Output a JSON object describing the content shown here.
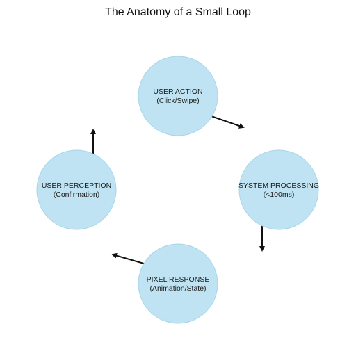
{
  "title": "The Anatomy of a Small Loop",
  "colors": {
    "node_fill": "#bfe3f2",
    "node_stroke": "#a7d6ea",
    "arrow": "#111111"
  },
  "nodes": [
    {
      "id": "user-action",
      "label": "USER ACTION",
      "sublabel": "(Click/Swipe)"
    },
    {
      "id": "system-processing",
      "label": "SYSTEM PROCESSING",
      "sublabel": "(<100ms)"
    },
    {
      "id": "pixel-response",
      "label": "PIXEL RESPONSE",
      "sublabel": "(Animation/State)"
    },
    {
      "id": "user-perception",
      "label": "USER PERCEPTION",
      "sublabel": "(Confirmation)"
    }
  ],
  "edges": [
    {
      "from": "user-action",
      "to": "system-processing"
    },
    {
      "from": "system-processing",
      "to": "pixel-response"
    },
    {
      "from": "pixel-response",
      "to": "user-perception"
    },
    {
      "from": "user-perception",
      "to": "user-action"
    }
  ]
}
